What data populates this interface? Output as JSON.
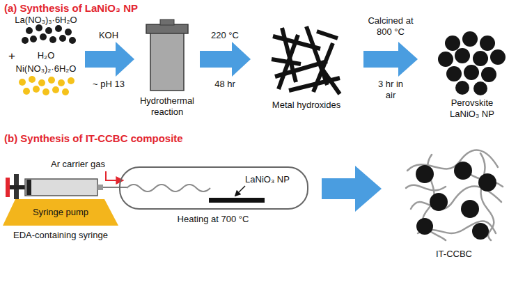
{
  "diagram": {
    "labels": [
      "(a) Synthesis of LaNiO₃ NP",
      "La(NO₃)₃·6H₂O",
      "+",
      "H₂O",
      "Ni(NO₃)₂·6H₂O",
      "KOH",
      "~ pH 13",
      "Hydrothermal reaction",
      "220 °C",
      "48 hr",
      "Metal hydroxides",
      "Calcined at 800 °C",
      "3 hr in air",
      "Perovskite LaNiO₃ NP",
      "(b) Synthesis of IT-CCBC composite",
      "Ar carrier gas",
      "LaNiO₃ NP",
      "Heating at 700 °C",
      "Syringe pump",
      "EDA-containing syringe",
      "IT-CCBC"
    ]
  }
}
